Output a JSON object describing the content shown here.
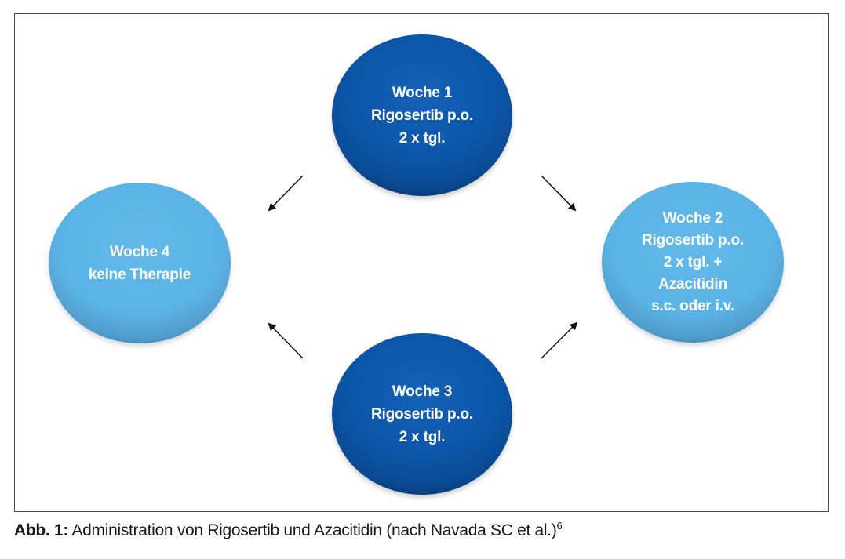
{
  "nodes": {
    "week1": {
      "lines": [
        "Woche 1",
        "Rigosertib p.o.",
        "2 x tgl."
      ]
    },
    "week2": {
      "lines": [
        "Woche 2",
        "Rigosertib p.o.",
        "2 x tgl. +",
        "Azacitidin",
        "s.c. oder i.v."
      ]
    },
    "week3": {
      "lines": [
        "Woche 3",
        "Rigosertib p.o.",
        "2 x tgl."
      ]
    },
    "week4": {
      "lines": [
        "Woche 4",
        "keine Therapie"
      ]
    }
  },
  "colors": {
    "dark_node": "#0b56a8",
    "light_node": "#5bb3e5",
    "arrow": "#111111"
  },
  "caption": {
    "label": "Abb. 1:",
    "text": " Administration von Rigosertib und Azacitidin (nach Navada SC et al.)",
    "ref": "6"
  }
}
